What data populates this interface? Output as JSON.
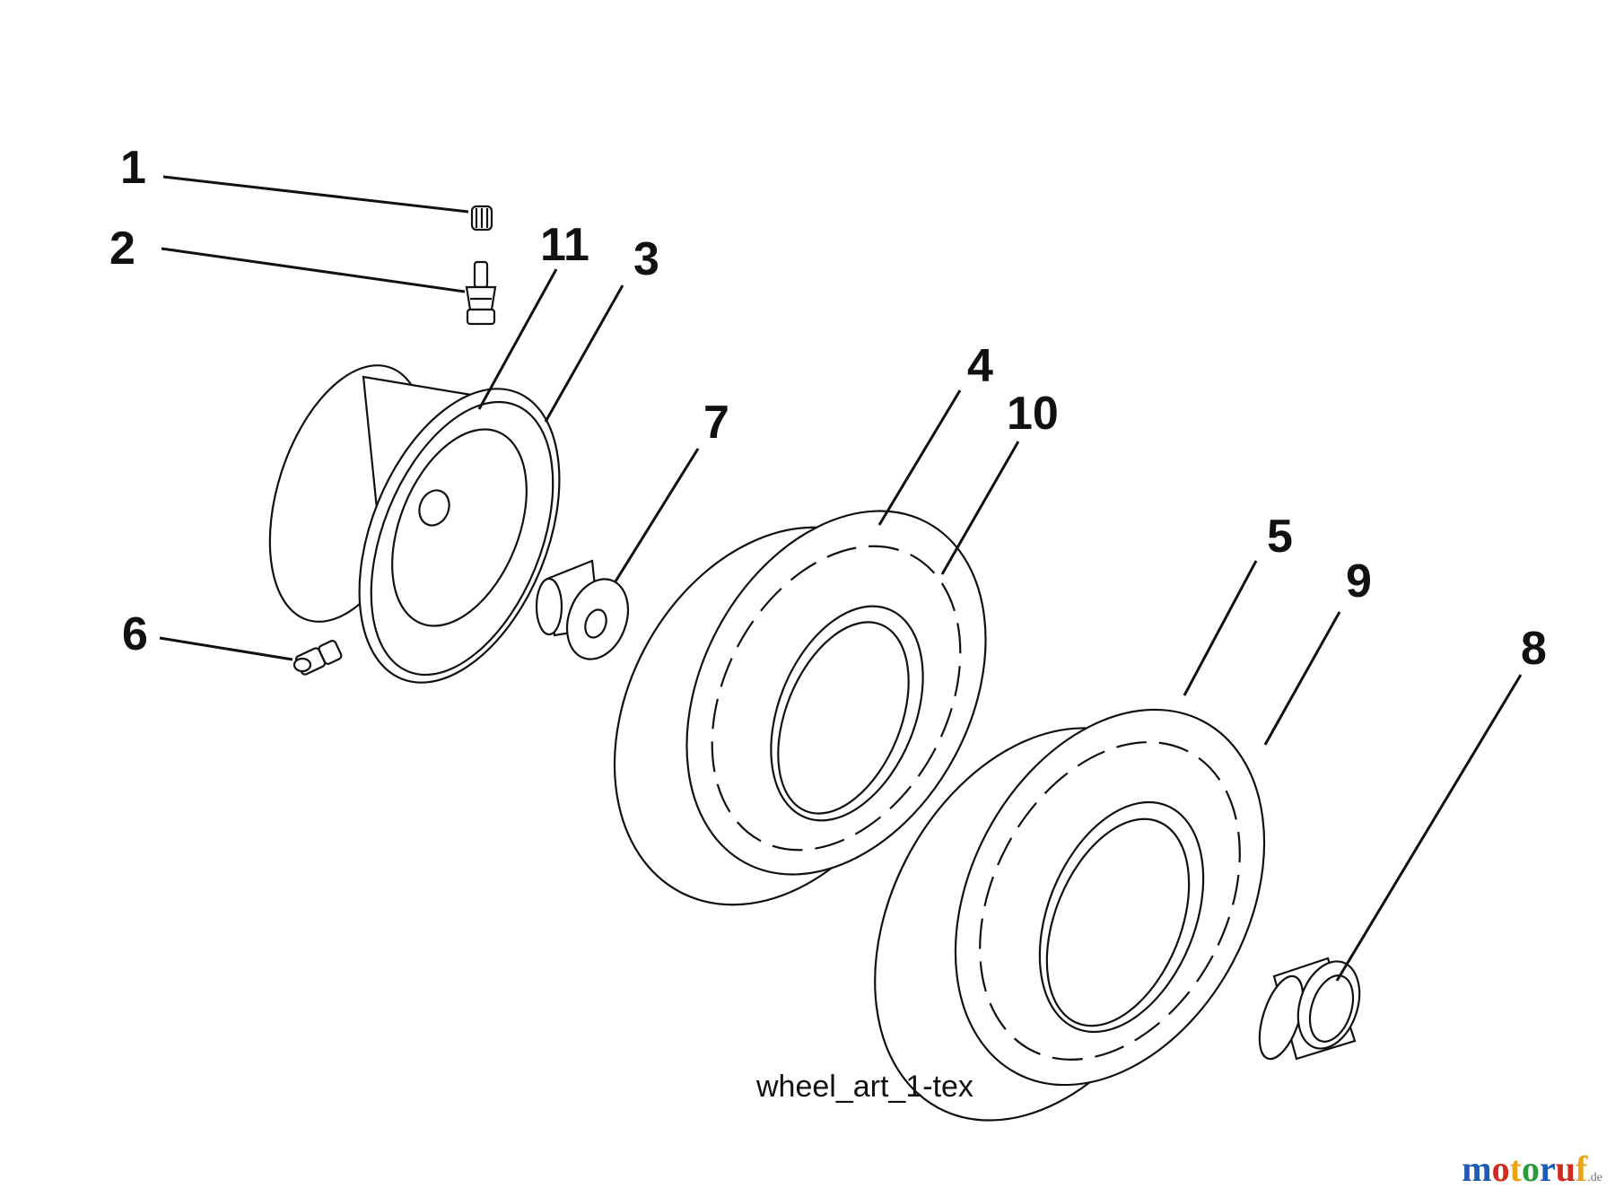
{
  "diagram": {
    "caption": "wheel_art_1-tex",
    "callouts": [
      "1",
      "2",
      "11",
      "3",
      "7",
      "4",
      "10",
      "5",
      "9",
      "8",
      "6"
    ]
  },
  "watermark": {
    "letters": [
      "m",
      "o",
      "t",
      "o",
      "r",
      "u",
      "f"
    ],
    "colors": [
      "#1e5bb5",
      "#d12a1f",
      "#e8a317",
      "#2a9a3b",
      "#1e5bb5",
      "#d12a1f",
      "#e8a317"
    ],
    "tld": ".de"
  }
}
